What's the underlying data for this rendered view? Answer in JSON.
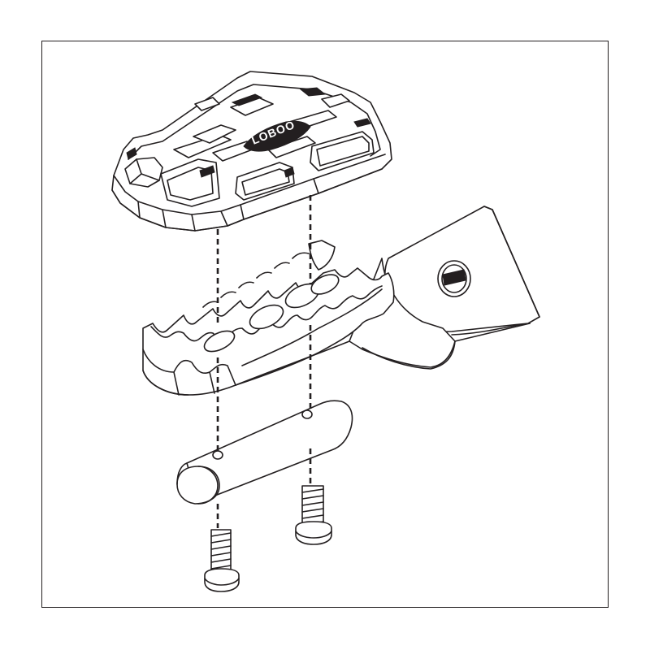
{
  "diagram": {
    "kind": "exploded-assembly",
    "parts": [
      {
        "id": "pad-cover",
        "icon": "footpeg-pad-icon",
        "brand_mark": "LOBOO"
      },
      {
        "id": "footpeg-body",
        "icon": "footpeg-body-icon"
      },
      {
        "id": "mounting-bar",
        "icon": "mounting-bar-icon"
      },
      {
        "id": "left-bolt",
        "icon": "bolt-icon"
      },
      {
        "id": "right-bolt",
        "icon": "bolt-icon"
      }
    ],
    "colors": {
      "line": "#231f20",
      "background": "#ffffff"
    }
  }
}
